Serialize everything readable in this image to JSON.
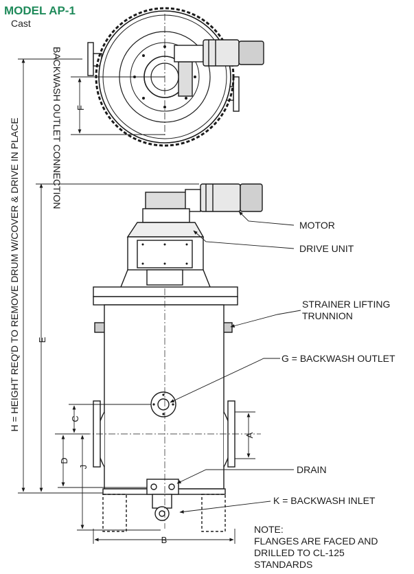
{
  "title": "MODEL AP-1",
  "subtitle": "Cast",
  "colors": {
    "title": "#1f8a5a",
    "line": "#1a1a1a",
    "shade": "#c8c8c8",
    "paper": "#ffffff"
  },
  "dims": {
    "backwash_conn": "BACKWASH OUTLET CONNECTION",
    "f": "F",
    "height": "H = HEIGHT REQ'D TO REMOVE DRUM W/COVER & DRIVE IN PLACE",
    "e": "E",
    "c": "C",
    "d": "D",
    "j": "J",
    "a": "A",
    "b": "B"
  },
  "callouts": {
    "motor": "MOTOR",
    "drive": "DRIVE UNIT",
    "trunnion_1": "STRAINER LIFTING",
    "trunnion_2": "TRUNNION",
    "g": "G = BACKWASH OUTLET",
    "drain": "DRAIN",
    "k": "K = BACKWASH INLET"
  },
  "note": {
    "head": "NOTE:",
    "l1": "FLANGES ARE FACED AND",
    "l2": "DRILLED TO CL-125",
    "l3": "STANDARDS"
  }
}
